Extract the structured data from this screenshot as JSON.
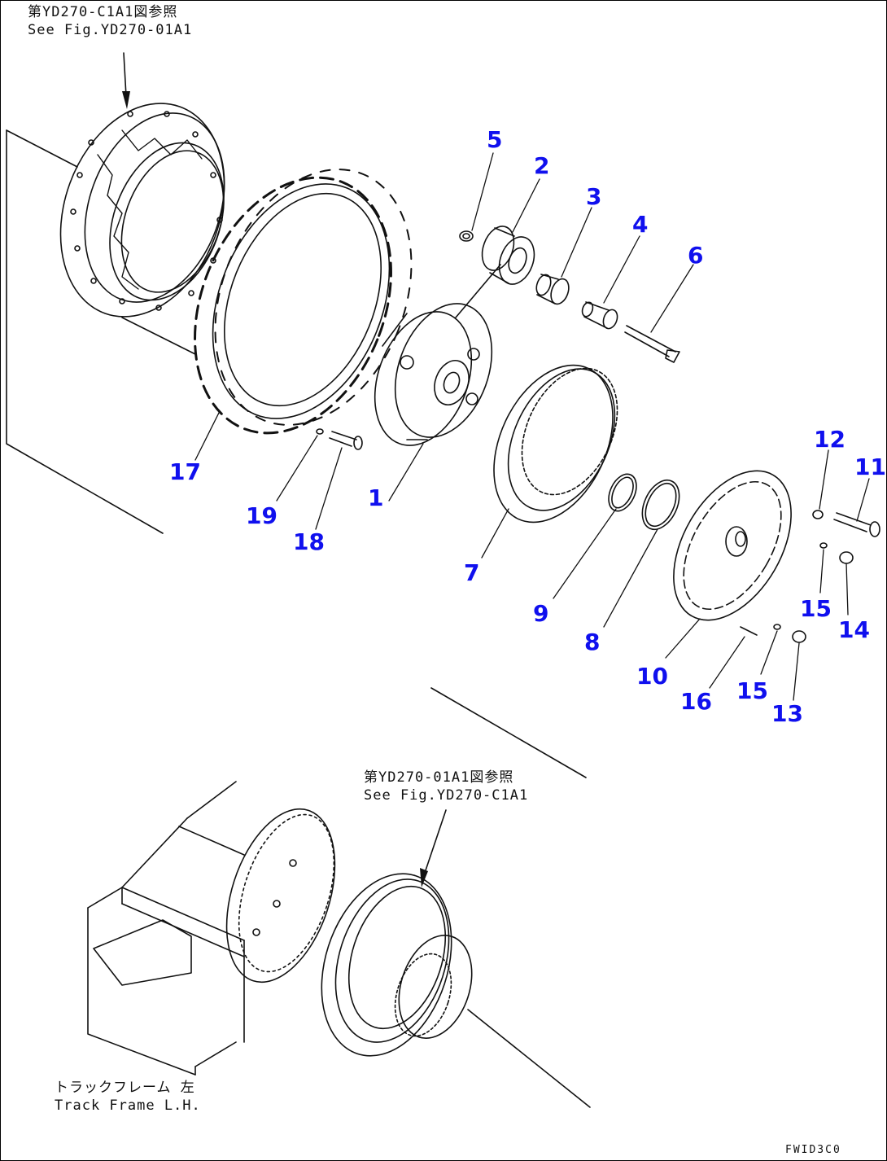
{
  "accent_color": "#1010ee",
  "line_color": "#111111",
  "notes": {
    "top_ref": {
      "jp": "第YD270-C1A1図参照",
      "en": "See Fig.YD270-01A1"
    },
    "bottom_ref": {
      "jp": "第YD270-01A1図参照",
      "en": "See Fig.YD270-C1A1"
    },
    "frame": {
      "jp": "トラックフレーム 左",
      "en": "Track Frame L.H."
    }
  },
  "callouts": [
    "1",
    "2",
    "3",
    "4",
    "5",
    "6",
    "7",
    "8",
    "9",
    "10",
    "11",
    "12",
    "13",
    "14",
    "15",
    "15",
    "16",
    "17",
    "18",
    "19"
  ],
  "drawing_code": "FWID3C0"
}
